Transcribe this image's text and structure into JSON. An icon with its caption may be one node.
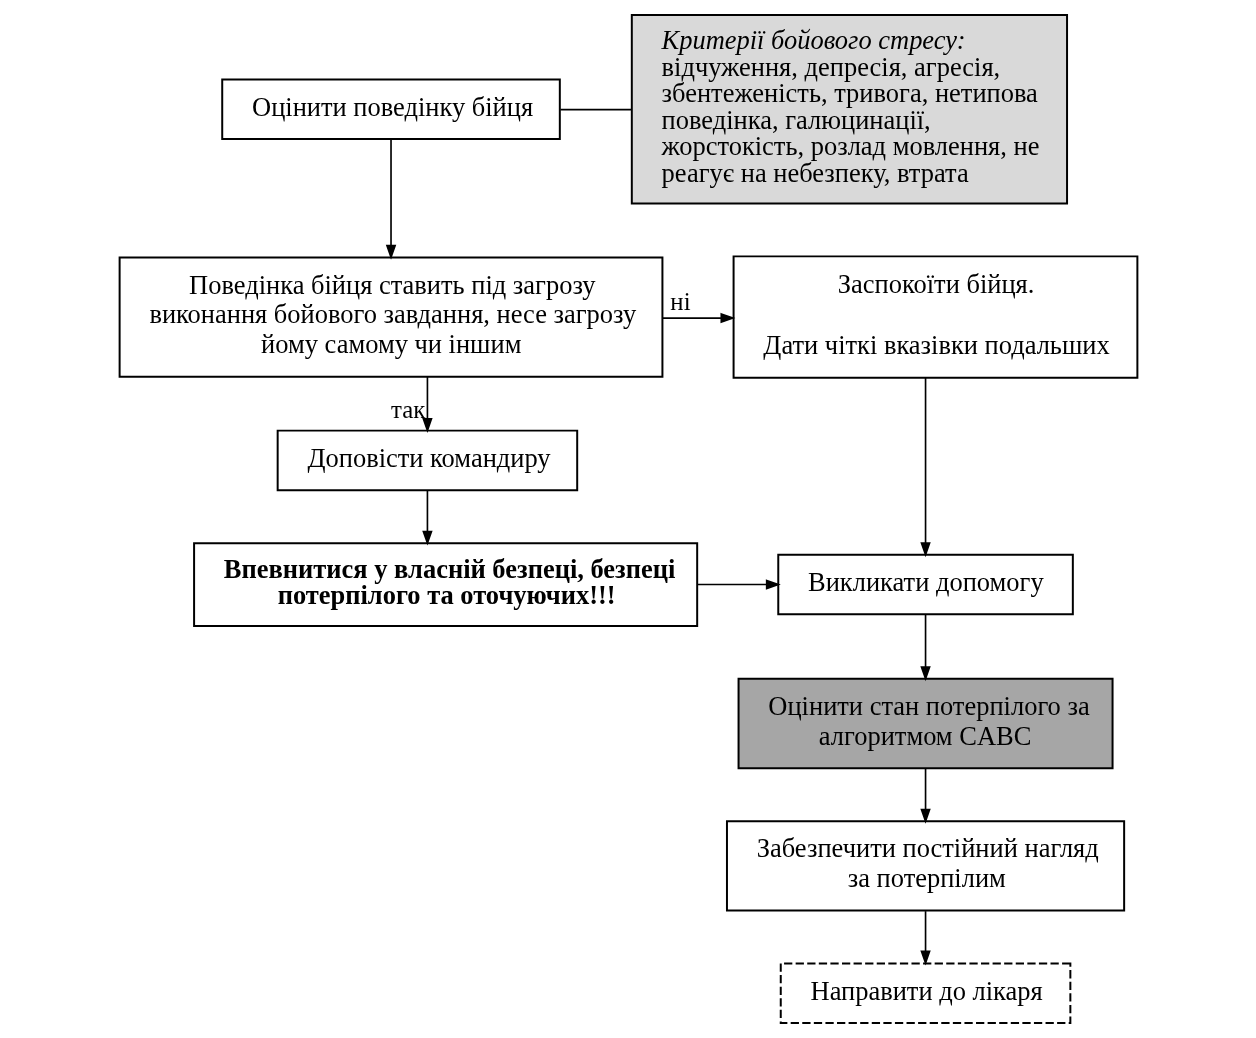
{
  "diagram": {
    "nodes": [
      {
        "text": [
          "Оцінити поведінку бійця"
        ]
      },
      {
        "text": [
          "Критерії бойового стресу:",
          "відчуження, депресія, агресія, збентеженість, тривога, нетипова поведінка, галюцинації, жорстокість, розлад мовлення, не реагує на небезпеку, втрата"
        ]
      },
      {
        "text": [
          "Поведінка бійця ставить під загрозу виконання бойового завдання, несе загрозу йому самому чи іншим"
        ]
      },
      {
        "text": [
          "Заспокоїти бійця.",
          "Дати чіткі вказівки подальших"
        ]
      },
      {
        "text": [
          "Доповісти командиру"
        ]
      },
      {
        "text": [
          "Впевнитися у власній безпеці, безпеці потерпілого та оточуючих!!!"
        ]
      },
      {
        "text": [
          "Викликати допомогу"
        ]
      },
      {
        "text": [
          "Оцінити стан потерпілого за алгоритмом CABC"
        ]
      },
      {
        "text": [
          "Забезпечити постійний нагляд за потерпілим"
        ]
      },
      {
        "text": [
          "Направити до лікаря"
        ]
      }
    ],
    "edges": [
      {
        "from": 0,
        "to": 1,
        "arrow": "none"
      },
      {
        "from": 0,
        "to": 2,
        "arrow": "to"
      },
      {
        "from": 2,
        "to": 3,
        "arrow": "to",
        "label": "ні"
      },
      {
        "from": 2,
        "to": 4,
        "arrow": "to",
        "label": "так"
      },
      {
        "from": 3,
        "to": 6,
        "arrow": "to"
      },
      {
        "from": 4,
        "to": 5,
        "arrow": "to"
      },
      {
        "from": 5,
        "to": 6,
        "arrow": "to"
      },
      {
        "from": 6,
        "to": 7,
        "arrow": "to"
      },
      {
        "from": 7,
        "to": 8,
        "arrow": "to"
      },
      {
        "from": 8,
        "to": 9,
        "arrow": "to"
      }
    ]
  }
}
